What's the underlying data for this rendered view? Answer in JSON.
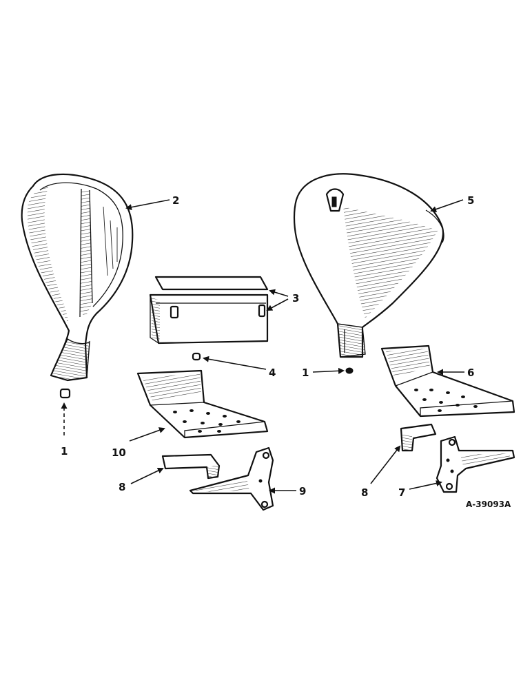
{
  "diagram": {
    "reference_number": "A-39093A",
    "callouts": {
      "c1_left": "1",
      "c2": "2",
      "c3": "3",
      "c4": "4",
      "c1_right": "1",
      "c5": "5",
      "c6": "6",
      "c10": "10",
      "c8_left": "8",
      "c9": "9",
      "c8_right": "8",
      "c7": "7"
    }
  }
}
